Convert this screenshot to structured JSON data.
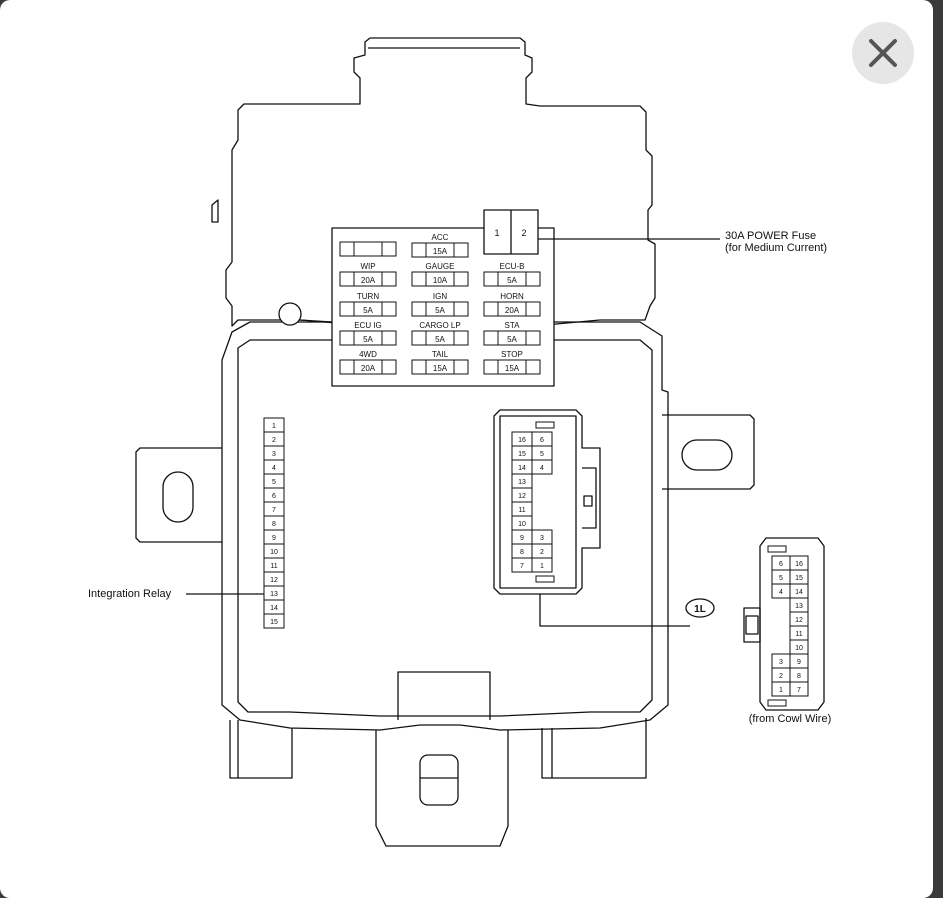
{
  "dialog": {
    "close_icon": "close-x-icon"
  },
  "labels": {
    "power_fuse_line1": "30A POWER Fuse",
    "power_fuse_line2": "(for Medium Current)",
    "integration_relay": "Integration Relay",
    "connector_id": "1L",
    "from_cowl_wire": "(from Cowl Wire)"
  },
  "power_fuse_terminals": [
    "1",
    "2"
  ],
  "fuses": [
    {
      "name": "ACC",
      "rating": "15A"
    },
    {
      "name": "WIP",
      "rating": "20A"
    },
    {
      "name": "GAUGE",
      "rating": "10A"
    },
    {
      "name": "ECU-B",
      "rating": "5A"
    },
    {
      "name": "TURN",
      "rating": "5A"
    },
    {
      "name": "IGN",
      "rating": "5A"
    },
    {
      "name": "HORN",
      "rating": "20A"
    },
    {
      "name": "ECU IG",
      "rating": "5A"
    },
    {
      "name": "CARGO LP",
      "rating": "5A"
    },
    {
      "name": "STA",
      "rating": "5A"
    },
    {
      "name": "4WD",
      "rating": "20A"
    },
    {
      "name": "TAIL",
      "rating": "15A"
    },
    {
      "name": "STOP",
      "rating": "15A"
    }
  ],
  "relay_pins": [
    "1",
    "2",
    "3",
    "4",
    "5",
    "6",
    "7",
    "8",
    "9",
    "10",
    "11",
    "12",
    "13",
    "14",
    "15"
  ],
  "connector_a": {
    "rows": [
      [
        "16",
        "6"
      ],
      [
        "15",
        "5"
      ],
      [
        "14",
        "4"
      ],
      [
        "13"
      ],
      [
        "12"
      ],
      [
        "11"
      ],
      [
        "10"
      ],
      [
        "9",
        "3"
      ],
      [
        "8",
        "2"
      ],
      [
        "7",
        "1"
      ]
    ]
  },
  "connector_b": {
    "rows": [
      [
        "6",
        "16"
      ],
      [
        "5",
        "15"
      ],
      [
        "4",
        "14"
      ],
      [
        "13"
      ],
      [
        "12"
      ],
      [
        "11"
      ],
      [
        "10"
      ],
      [
        "3",
        "9"
      ],
      [
        "2",
        "8"
      ],
      [
        "1",
        "7"
      ]
    ]
  }
}
